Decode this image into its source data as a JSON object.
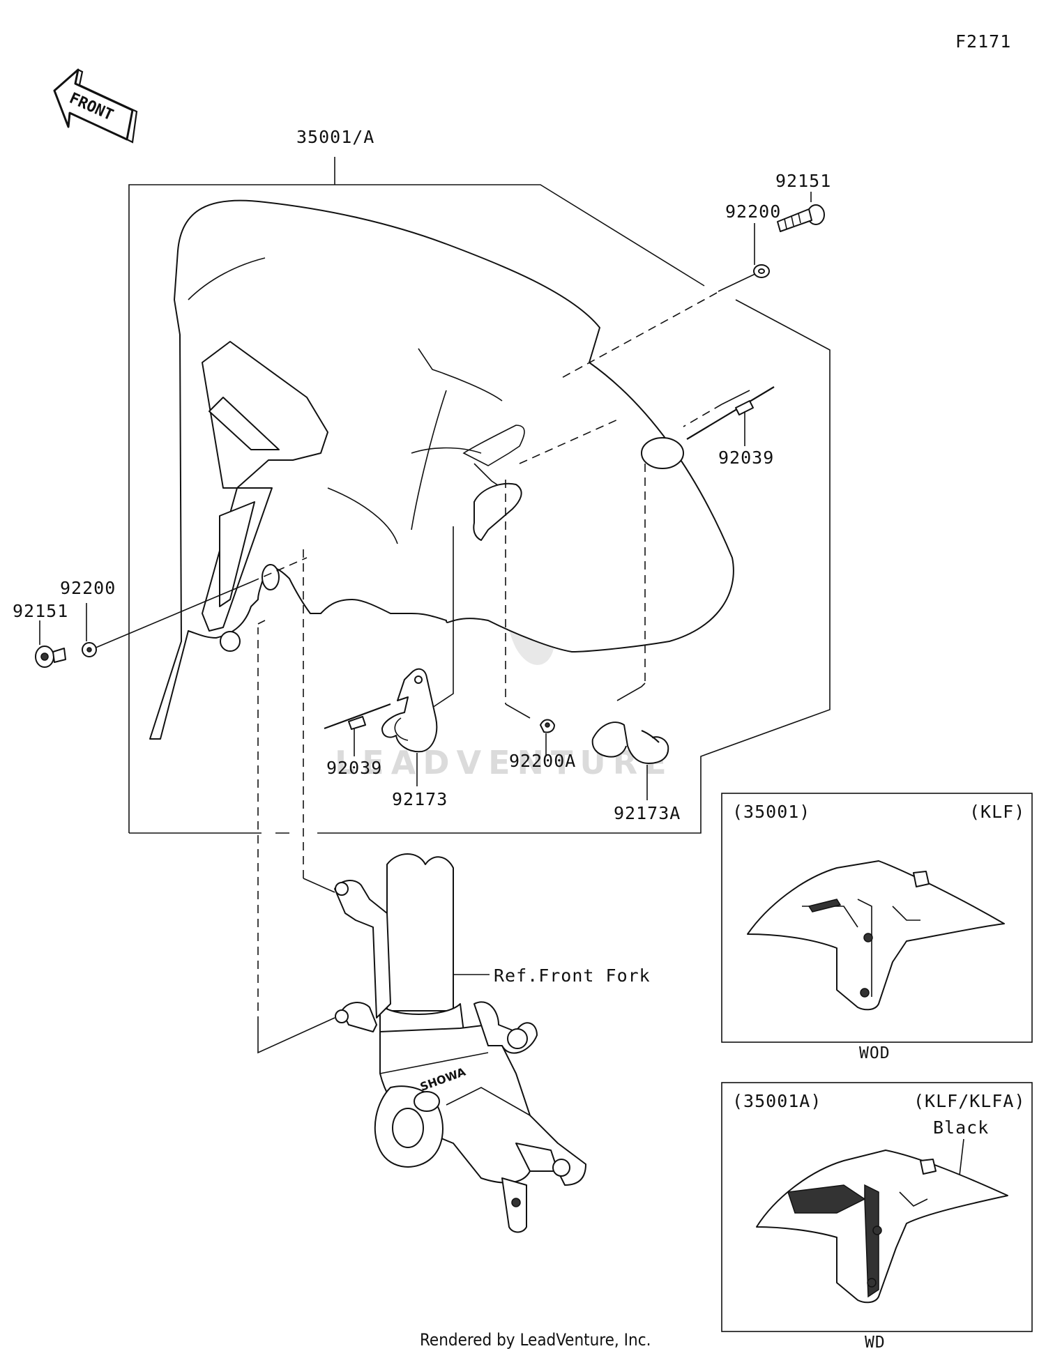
{
  "diagram_code": "F2171",
  "front_arrow_label": "FRONT",
  "callouts": {
    "fender_main": "35001/A",
    "bolt_top_right": "92151",
    "washer_top_right": "92200",
    "bolt_left": "92151",
    "washer_left": "92200",
    "rivet_right": "92039",
    "rivet_left": "92039",
    "bracket_left": "92173",
    "washer_small": "92200A",
    "bracket_right": "92173A",
    "front_fork_ref": "Ref.Front Fork"
  },
  "fork_brand": "SHOWA",
  "inset_wod": {
    "part": "(35001)",
    "models": "(KLF)",
    "caption": "WOD"
  },
  "inset_wd": {
    "part": "(35001A)",
    "models": "(KLF/KLFA)",
    "color_note": "Black",
    "caption": "WD"
  },
  "watermark": "LEADVENTURE",
  "footer": "Rendered by LeadVenture, Inc."
}
